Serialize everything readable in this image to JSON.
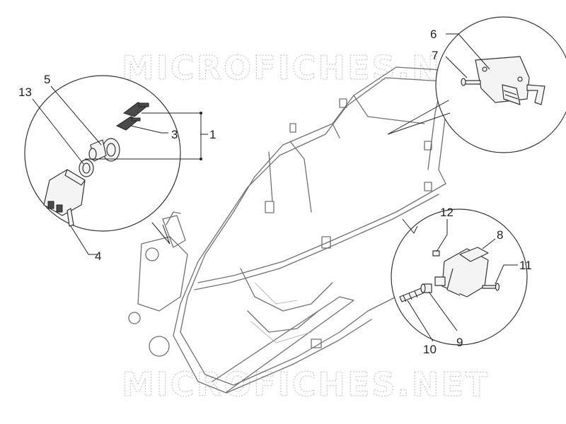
{
  "watermark": {
    "top": "MICROFICHES.NET",
    "bottom": "MICROFICHES.NET"
  },
  "callouts": [
    {
      "id": "c1",
      "text": "1"
    },
    {
      "id": "c3",
      "text": "3"
    },
    {
      "id": "c4",
      "text": "4"
    },
    {
      "id": "c5",
      "text": "5"
    },
    {
      "id": "c6",
      "text": "6"
    },
    {
      "id": "c7",
      "text": "7"
    },
    {
      "id": "c8",
      "text": "8"
    },
    {
      "id": "c9",
      "text": "9"
    },
    {
      "id": "c10",
      "text": "10"
    },
    {
      "id": "c11",
      "text": "11"
    },
    {
      "id": "c12",
      "text": "12"
    },
    {
      "id": "c13",
      "text": "13"
    }
  ],
  "colors": {
    "background": "#ffffff",
    "line": "#333333",
    "watermark": "#c8c8c8"
  }
}
